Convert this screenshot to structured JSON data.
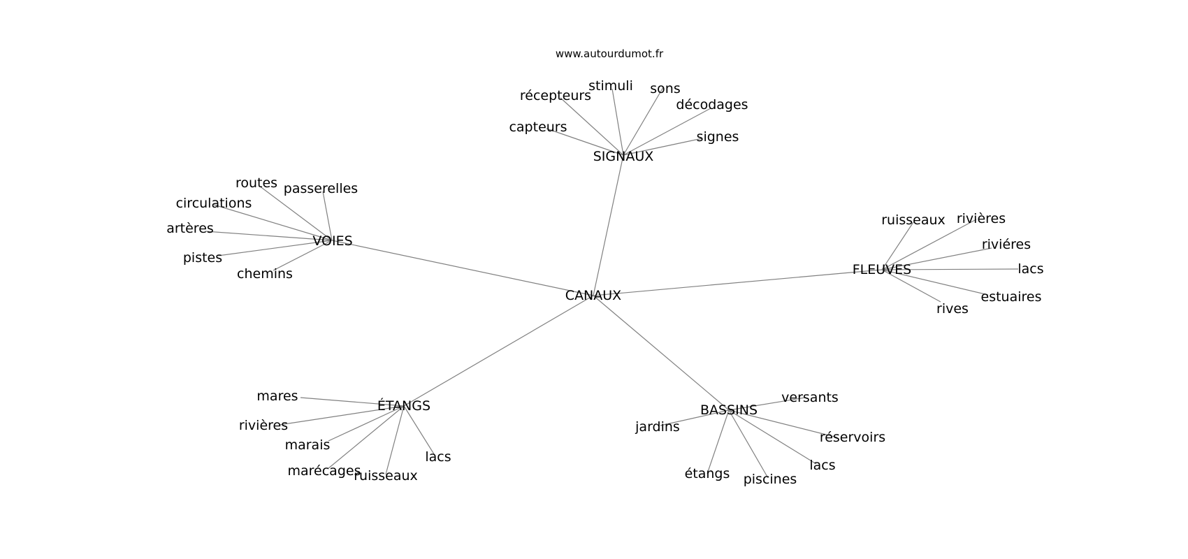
{
  "source": "www.autourdumot.fr",
  "center": "CANAUX",
  "clusters": [
    {
      "id": "signaux",
      "label": "SIGNAUX",
      "leaves": [
        "capteurs",
        "récepteurs",
        "stimuli",
        "sons",
        "décodages",
        "signes"
      ]
    },
    {
      "id": "voies",
      "label": "VOIES",
      "leaves": [
        "routes",
        "passerelles",
        "circulations",
        "artères",
        "pistes",
        "chemins"
      ]
    },
    {
      "id": "fleuves",
      "label": "FLEUVES",
      "leaves": [
        "ruisseaux",
        "rivières",
        "riviéres",
        "lacs",
        "estuaires",
        "rives"
      ]
    },
    {
      "id": "etangs",
      "label": "ÉTANGS",
      "leaves": [
        "mares",
        "rivières",
        "marais",
        "marécages",
        "ruisseaux",
        "lacs"
      ]
    },
    {
      "id": "bassins",
      "label": "BASSINS",
      "leaves": [
        "versants",
        "jardins",
        "réservoirs",
        "lacs",
        "étangs",
        "piscines"
      ]
    }
  ]
}
